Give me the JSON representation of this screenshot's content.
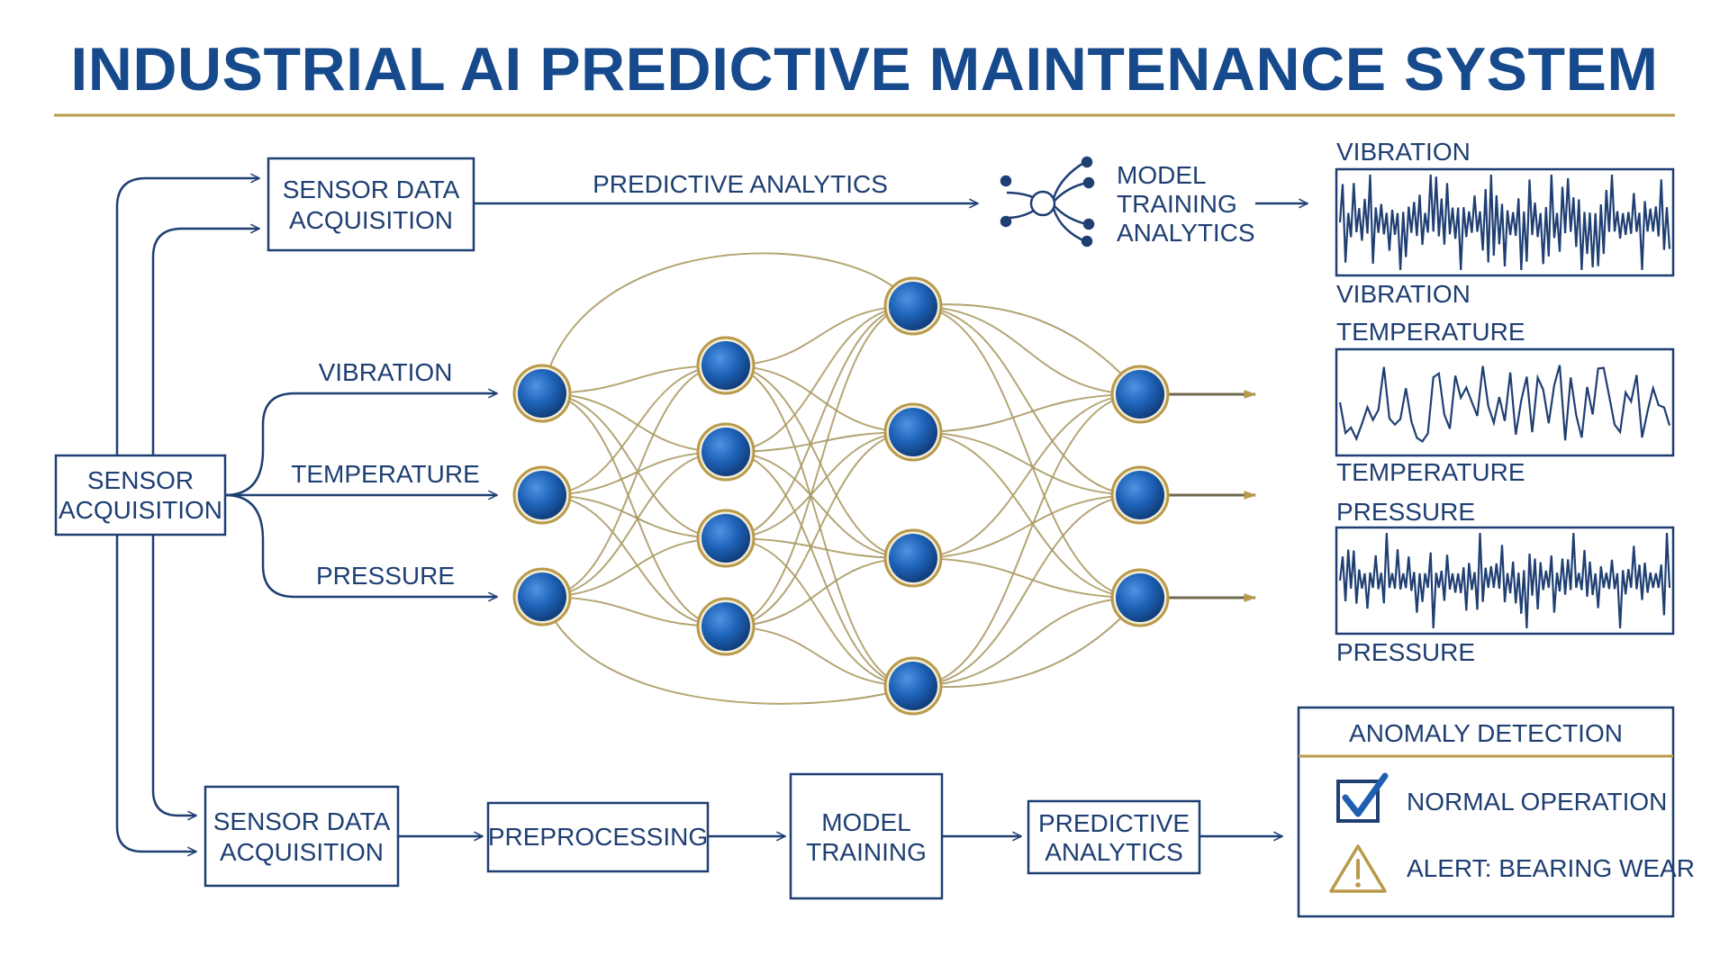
{
  "title": "INDUSTRIAL AI PREDICTIVE MAINTENANCE SYSTEM",
  "colors": {
    "primary": "#1f3f73",
    "title": "#174a8c",
    "gold": "#b89a4a",
    "node": "#1e63b8"
  },
  "top_flow": {
    "sensor_box": [
      "SENSOR DATA",
      "ACQUISITION"
    ],
    "arrow_label": "PREDICTIVE ANALYTICS",
    "model_icon": "network-hub-icon",
    "model_label": [
      "MODEL",
      "TRAINING",
      "ANALYTICS"
    ]
  },
  "left": {
    "sensor_box": [
      "SENSOR",
      "ACQUISITION"
    ],
    "branches": [
      "VIBRATION",
      "TEMPERATURE",
      "PRESSURE"
    ]
  },
  "signals": [
    {
      "top_label": "VIBRATION",
      "bottom_label": "VIBRATION"
    },
    {
      "top_label": "TEMPERATURE",
      "bottom_label": "TEMPERATURE"
    },
    {
      "top_label": "PRESSURE",
      "bottom_label": "PRESSURE"
    }
  ],
  "bottom_flow": {
    "steps": [
      [
        "SENSOR DATA",
        "ACQUISITION"
      ],
      [
        "PREPROCESSING"
      ],
      [
        "MODEL",
        "TRAINING"
      ],
      [
        "PREDICTIVE",
        "ANALYTICS"
      ]
    ]
  },
  "anomaly": {
    "title": "ANOMALY DETECTION",
    "items": [
      {
        "icon": "checkbox-check-icon",
        "label": "NORMAL OPERATION"
      },
      {
        "icon": "warning-triangle-icon",
        "label": "ALERT: BEARING WEAR"
      }
    ]
  }
}
